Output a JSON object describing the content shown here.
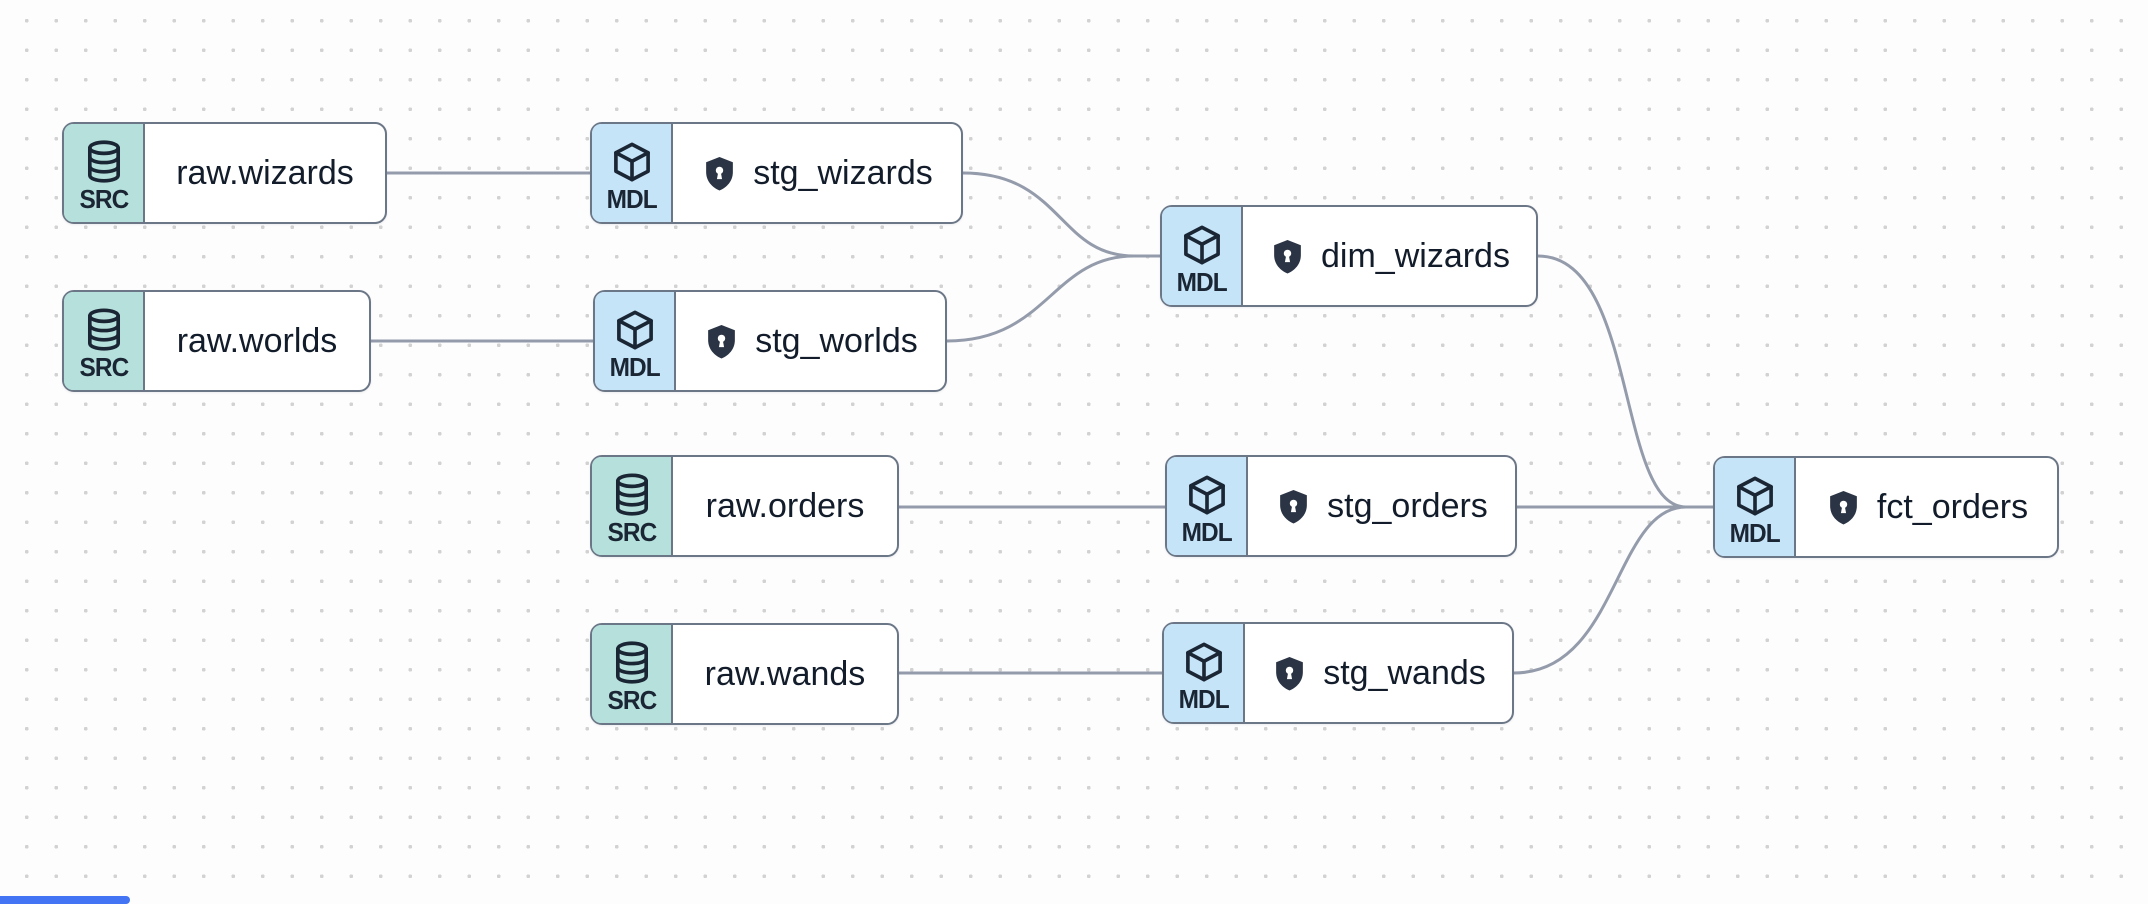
{
  "app": {
    "view": "data-lineage-graph",
    "description": "dbt-style lineage DAG with source and model nodes"
  },
  "colors": {
    "canvas_background": "#fdfdfe",
    "grid_dot": "#d2d2d2",
    "source_badge_background": "#b6e0db",
    "model_badge_background": "#c6e4f8",
    "node_background": "#ffffff",
    "node_border": "#6b7686",
    "edge_stroke": "#949cab",
    "text": "#121c2a",
    "shield_fill": "#2a3444",
    "scrollbar_thumb": "#4374f3"
  },
  "node_types": {
    "source": {
      "badge": "SRC",
      "icon": "database-icon"
    },
    "model": {
      "badge": "MDL",
      "icon": "cube-icon"
    }
  },
  "nodes": [
    {
      "id": "raw.wizards",
      "label": "raw.wizards",
      "type": "source",
      "badge": "SRC",
      "icon": "database-icon",
      "contract_shield": false
    },
    {
      "id": "stg_wizards",
      "label": "stg_wizards",
      "type": "model",
      "badge": "MDL",
      "icon": "cube-icon",
      "contract_shield": true
    },
    {
      "id": "raw.worlds",
      "label": "raw.worlds",
      "type": "source",
      "badge": "SRC",
      "icon": "database-icon",
      "contract_shield": false
    },
    {
      "id": "stg_worlds",
      "label": "stg_worlds",
      "type": "model",
      "badge": "MDL",
      "icon": "cube-icon",
      "contract_shield": true
    },
    {
      "id": "dim_wizards",
      "label": "dim_wizards",
      "type": "model",
      "badge": "MDL",
      "icon": "cube-icon",
      "contract_shield": true
    },
    {
      "id": "raw.orders",
      "label": "raw.orders",
      "type": "source",
      "badge": "SRC",
      "icon": "database-icon",
      "contract_shield": false
    },
    {
      "id": "stg_orders",
      "label": "stg_orders",
      "type": "model",
      "badge": "MDL",
      "icon": "cube-icon",
      "contract_shield": true
    },
    {
      "id": "raw.wands",
      "label": "raw.wands",
      "type": "source",
      "badge": "SRC",
      "icon": "database-icon",
      "contract_shield": false
    },
    {
      "id": "stg_wands",
      "label": "stg_wands",
      "type": "model",
      "badge": "MDL",
      "icon": "cube-icon",
      "contract_shield": true
    },
    {
      "id": "fct_orders",
      "label": "fct_orders",
      "type": "model",
      "badge": "MDL",
      "icon": "cube-icon",
      "contract_shield": true
    }
  ],
  "edges": [
    {
      "from": "raw.wizards",
      "to": "stg_wizards"
    },
    {
      "from": "raw.worlds",
      "to": "stg_worlds"
    },
    {
      "from": "stg_wizards",
      "to": "dim_wizards"
    },
    {
      "from": "stg_worlds",
      "to": "dim_wizards"
    },
    {
      "from": "raw.orders",
      "to": "stg_orders"
    },
    {
      "from": "raw.wands",
      "to": "stg_wands"
    },
    {
      "from": "dim_wizards",
      "to": "fct_orders"
    },
    {
      "from": "stg_orders",
      "to": "fct_orders"
    },
    {
      "from": "stg_wands",
      "to": "fct_orders"
    }
  ]
}
